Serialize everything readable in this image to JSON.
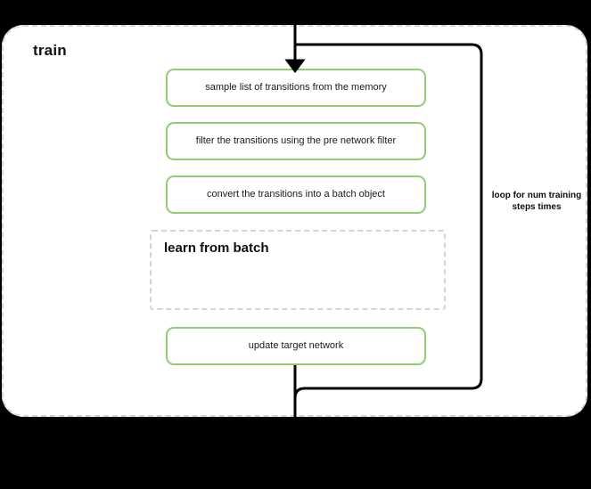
{
  "diagram": {
    "background_color": "#000000",
    "phase": {
      "title": "train",
      "border_color": "#d4d4d4",
      "fill_color": "#ffffff"
    },
    "steps": [
      {
        "id": "sample",
        "label": "sample list of transitions from the memory",
        "border_color": "#8fcf70"
      },
      {
        "id": "filter",
        "label": "filter the transitions using the pre network filter",
        "border_color": "#8fcf70"
      },
      {
        "id": "convert",
        "label": "convert the transitions into a batch object",
        "border_color": "#8fcf70"
      },
      {
        "id": "update-target",
        "label": "update target network",
        "border_color": "#8fcf70"
      }
    ],
    "subphase": {
      "title": "learn from batch",
      "border_color": "#d4d4d4"
    },
    "loop": {
      "label": "loop for num training steps times",
      "line_color": "#000000"
    },
    "arrows": {
      "inbound": "down-arrow-into-sample",
      "outbound": "down-line-out-of-update-target"
    }
  }
}
